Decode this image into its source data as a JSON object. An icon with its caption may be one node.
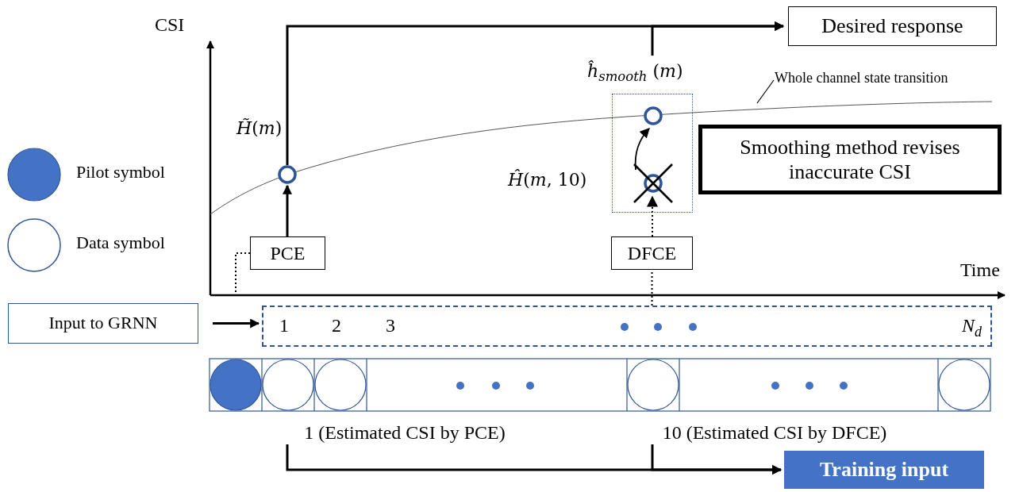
{
  "diagram": {
    "nodes": [
      {
        "text": [
          "Desired response"
        ]
      },
      {
        "text": [],
        "shape": "circle",
        "beside": [
          "*H̃*(*m*)"
        ]
      },
      {
        "text": [],
        "shape": "box"
      },
      {
        "text": [],
        "shape": "circle",
        "in": 2,
        "beside": [
          "*ĥ*$_{smooth}$ (*m*)"
        ]
      },
      {
        "text": [],
        "shape": "circle",
        "in": 2,
        "beside": [
          "*Ĥ*(*m*, 10)"
        ]
      },
      {
        "text": [
          "Whole channel state transition"
        ]
      },
      {
        "text": [
          "Smoothing method revises inaccurate CSI"
        ]
      },
      {
        "text": [
          "PCE"
        ]
      },
      {
        "text": [
          "DFCE"
        ]
      },
      {
        "text": [
          "Input to GRNN"
        ]
      },
      {
        "text": [
          "1",
          "2",
          "3",
          "*N*$_{d}$"
        ]
      },
      {
        "text": [
          "1 (Estimated CSI by PCE)"
        ]
      },
      {
        "text": [
          "10 (Estimated CSI by DFCE)"
        ]
      },
      {
        "text": [
          "Training input"
        ]
      }
    ],
    "edges": [
      {
        "from": 1,
        "to": 0,
        "arrow": "to"
      },
      {
        "from": 3,
        "to": 0,
        "arrow": "to"
      },
      {
        "from": 7,
        "to": 1,
        "arrow": "to"
      },
      {
        "from": 8,
        "to": 4,
        "arrow": "to",
        "style": "dashed"
      },
      {
        "from": 10,
        "to": 8,
        "arrow": "none",
        "style": "dashed"
      },
      {
        "from": 7,
        "to": null,
        "arrow": "none",
        "style": "dashed"
      },
      {
        "from": 4,
        "to": 3,
        "arrow": "to"
      },
      {
        "from": 5,
        "to": null,
        "arrow": "none"
      },
      {
        "from": 9,
        "to": 10,
        "arrow": "to"
      },
      {
        "from": 11,
        "to": 13,
        "arrow": "to"
      },
      {
        "from": 12,
        "to": 13,
        "arrow": "to"
      }
    ],
    "labels": [
      "CSI",
      "Time"
    ],
    "legend": [
      {
        "text": "Pilot symbol",
        "color": "#4472c4"
      },
      {
        "text": "Data symbol"
      }
    ]
  }
}
